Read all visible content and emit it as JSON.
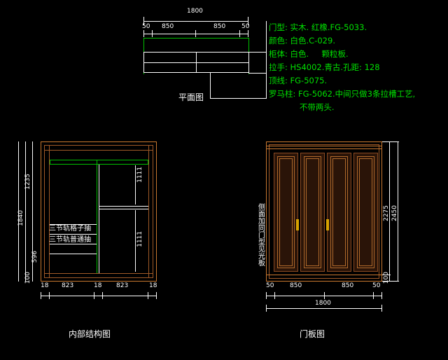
{
  "drawing": {
    "title_notes": [
      "门型: 实木. 红橡.FG-5033.",
      "颜色: 白色.C-029.",
      "柜体: 白色.     颗粒板.",
      "拉手: HS4002.青古.孔距: 128",
      "顶线: FG-5075.",
      "罗马柱: FG-5062.中间只做3条拉槽工艺,",
      "            不带两头."
    ],
    "captions": {
      "plan": "平面图",
      "interior": "内部结构图",
      "door": "门板图"
    },
    "plan_dims": {
      "total": "1800",
      "segments": [
        "50",
        "850",
        "850",
        "50"
      ]
    },
    "interior": {
      "v_dims": [
        "1235",
        "1840",
        "596",
        "100"
      ],
      "inner_v_dims": [
        "1111",
        "1111"
      ],
      "bottom_dims": [
        "18",
        "823",
        "18",
        "823",
        "18"
      ],
      "labels": [
        "三节轨格子抽",
        "三节轨普通抽"
      ]
    },
    "door": {
      "side_label": "侧面加同门型见光板",
      "v_dims": [
        "2275",
        "2450",
        "100"
      ],
      "bottom_dims": [
        "50",
        "850",
        "850",
        "50"
      ],
      "bottom_total": "1800"
    },
    "colors": {
      "note_green": "#00e000",
      "line_white": "#ffffff",
      "wood": "#a05a28",
      "wood_light": "#c8782f",
      "green": "#00c000"
    }
  }
}
